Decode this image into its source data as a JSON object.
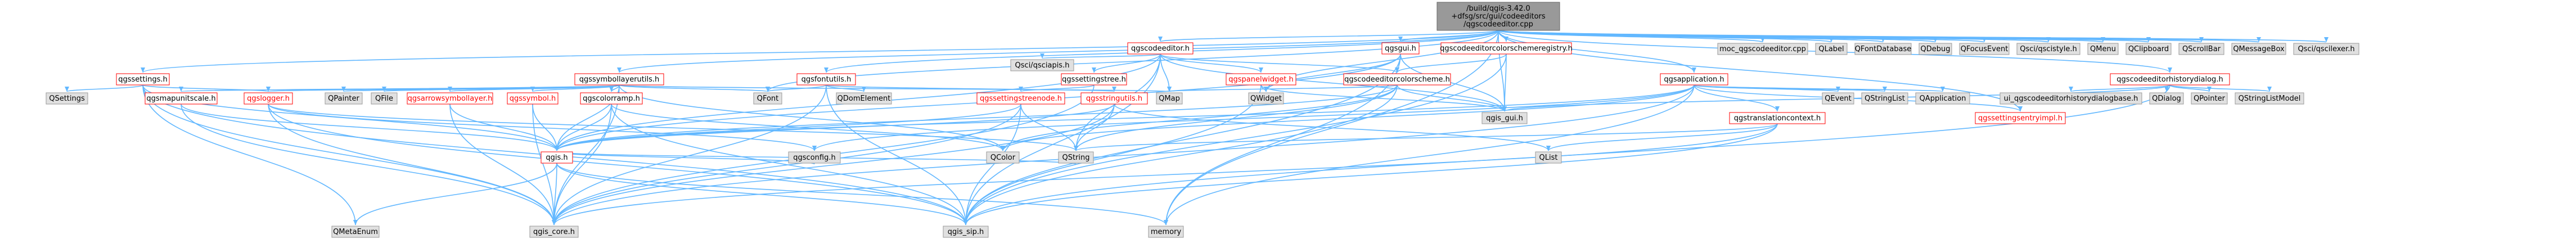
{
  "colors": {
    "edge": "#63b8ff",
    "root_fill": "#999999",
    "root_stroke": "#666666",
    "node_fill": "#ffffff",
    "node_stroke": "#ff0000",
    "ext_fill": "#e0e0e0",
    "ext_stroke": "#999999",
    "red_label": "#ff0000"
  },
  "nodes": [
    {
      "id": "root",
      "label": "/build/qgis-3.42.0\n+dfsg/src/gui/codeeditors\n/qgscodeeditor.cpp",
      "kind": "root"
    },
    {
      "id": "qgscodeeditor_h",
      "label": "qgscodeeditor.h",
      "kind": "node"
    },
    {
      "id": "qgsgui_h",
      "label": "qgsgui.h",
      "kind": "node"
    },
    {
      "id": "qgscodeeditorcolorschemeregistry_h",
      "label": "qgscodeeditorcolorschemeregistry.h",
      "kind": "node"
    },
    {
      "id": "qgsapplication_h",
      "label": "qgsapplication.h",
      "kind": "node"
    },
    {
      "id": "qgssettings_h",
      "label": "qgssettings.h",
      "kind": "node"
    },
    {
      "id": "qgssymbollayerutils_h",
      "label": "qgssymbollayerutils.h",
      "kind": "node"
    },
    {
      "id": "qgsfontutils_h",
      "label": "qgsfontutils.h",
      "kind": "node"
    },
    {
      "id": "qgscodeeditorhistorydialog_h",
      "label": "qgscodeeditorhistorydialog.h",
      "kind": "node"
    },
    {
      "id": "moc_qgscodeeditor_cpp",
      "label": "moc_qgscodeeditor.cpp",
      "kind": "ext"
    },
    {
      "id": "QLabel",
      "label": "QLabel",
      "kind": "ext"
    },
    {
      "id": "QFontDatabase",
      "label": "QFontDatabase",
      "kind": "ext"
    },
    {
      "id": "QDebug",
      "label": "QDebug",
      "kind": "ext"
    },
    {
      "id": "QFocusEvent",
      "label": "QFocusEvent",
      "kind": "ext"
    },
    {
      "id": "Qsciqsciistyle_h",
      "label": "Qsci/qscistyle.h",
      "kind": "ext"
    },
    {
      "id": "QMenu",
      "label": "QMenu",
      "kind": "ext"
    },
    {
      "id": "QClipboard",
      "label": "QClipboard",
      "kind": "ext"
    },
    {
      "id": "QScrollBar",
      "label": "QScrollBar",
      "kind": "ext"
    },
    {
      "id": "QMessageBox",
      "label": "QMessageBox",
      "kind": "ext"
    },
    {
      "id": "Qsciqscilexer_h",
      "label": "Qsci/qscilexer.h",
      "kind": "ext"
    },
    {
      "id": "Qsciqsciapis_h",
      "label": "Qsci/qsciapis.h",
      "kind": "ext"
    },
    {
      "id": "qgssettingstree_h",
      "label": "qgssettingstree.h",
      "kind": "node"
    },
    {
      "id": "qgspanelwidget_h",
      "label": "qgspanelwidget.h",
      "kind": "node"
    },
    {
      "id": "qgscodeeditorcolorscheme_h",
      "label": "qgscodeeditorcolorscheme.h",
      "kind": "node"
    },
    {
      "id": "QWidget",
      "label": "QWidget",
      "kind": "ext"
    },
    {
      "id": "QSettings",
      "label": "QSettings",
      "kind": "ext"
    },
    {
      "id": "qgsmapunitscale_h",
      "label": "qgsmapunitscale.h",
      "kind": "node"
    },
    {
      "id": "qgslogger_h",
      "label": "qgslogger.h",
      "kind": "node"
    },
    {
      "id": "QPainter",
      "label": "QPainter",
      "kind": "ext"
    },
    {
      "id": "QFile",
      "label": "QFile",
      "kind": "ext"
    },
    {
      "id": "qgsarrowsymbollayer_h",
      "label": "qgsarrowsymbollayer.h",
      "kind": "node"
    },
    {
      "id": "qgssymbol_h",
      "label": "qgssymbol.h",
      "kind": "node"
    },
    {
      "id": "qgscolorramp_h",
      "label": "qgscolorramp.h",
      "kind": "node"
    },
    {
      "id": "QDomElement",
      "label": "QDomElement",
      "kind": "ext"
    },
    {
      "id": "QFont",
      "label": "QFont",
      "kind": "ext"
    },
    {
      "id": "qgssettingstreenode_h",
      "label": "qgssettingstreenode.h",
      "kind": "node"
    },
    {
      "id": "qgsstringutils_h",
      "label": "qgsstringutils.h",
      "kind": "node"
    },
    {
      "id": "QMap",
      "label": "QMap",
      "kind": "ext"
    },
    {
      "id": "qgstranslationcontext_h",
      "label": "qgstranslationcontext.h",
      "kind": "node"
    },
    {
      "id": "QEvent",
      "label": "QEvent",
      "kind": "ext"
    },
    {
      "id": "QStringList",
      "label": "QStringList",
      "kind": "ext"
    },
    {
      "id": "QApplication",
      "label": "QApplication",
      "kind": "ext"
    },
    {
      "id": "qgssettingsentryimpl_h",
      "label": "qgssettingsentryimpl.h",
      "kind": "node"
    },
    {
      "id": "ui_qgscodeeditorhistorydialogbase_h",
      "label": "ui_qgscodeeditorhistorydialogbase.h",
      "kind": "ext"
    },
    {
      "id": "QDialog",
      "label": "QDialog",
      "kind": "ext"
    },
    {
      "id": "QPointer",
      "label": "QPointer",
      "kind": "ext"
    },
    {
      "id": "QStringListModel",
      "label": "QStringListModel",
      "kind": "ext"
    },
    {
      "id": "qgis_gui_h",
      "label": "qgis_gui.h",
      "kind": "ext"
    },
    {
      "id": "qgis_h",
      "label": "qgis.h",
      "kind": "node"
    },
    {
      "id": "qgsconfig_h",
      "label": "qgsconfig.h",
      "kind": "ext"
    },
    {
      "id": "QColor",
      "label": "QColor",
      "kind": "ext"
    },
    {
      "id": "QString",
      "label": "QString",
      "kind": "ext"
    },
    {
      "id": "QList",
      "label": "QList",
      "kind": "ext"
    },
    {
      "id": "QMetaEnum",
      "label": "QMetaEnum",
      "kind": "ext"
    },
    {
      "id": "qgis_core_h",
      "label": "qgis_core.h",
      "kind": "ext"
    },
    {
      "id": "qgis_sip_h",
      "label": "qgis_sip.h",
      "kind": "ext"
    },
    {
      "id": "memory",
      "label": "memory",
      "kind": "ext"
    }
  ],
  "edges": [
    [
      "root",
      "qgscodeeditor_h"
    ],
    [
      "root",
      "qgsgui_h"
    ],
    [
      "root",
      "qgscodeeditorcolorschemeregistry_h"
    ],
    [
      "root",
      "qgsapplication_h"
    ],
    [
      "root",
      "qgssettings_h"
    ],
    [
      "root",
      "qgssymbollayerutils_h"
    ],
    [
      "root",
      "qgsfontutils_h"
    ],
    [
      "root",
      "qgscodeeditorhistorydialog_h"
    ],
    [
      "root",
      "moc_qgscodeeditor_cpp"
    ],
    [
      "root",
      "QLabel"
    ],
    [
      "root",
      "QFontDatabase"
    ],
    [
      "root",
      "QDebug"
    ],
    [
      "root",
      "QFocusEvent"
    ],
    [
      "root",
      "Qsciqsciistyle_h"
    ],
    [
      "root",
      "QMenu"
    ],
    [
      "root",
      "QClipboard"
    ],
    [
      "root",
      "QScrollBar"
    ],
    [
      "root",
      "QMessageBox"
    ],
    [
      "root",
      "Qsciqscilexer_h"
    ],
    [
      "root",
      "QWidget"
    ],
    [
      "root",
      "QFont"
    ],
    [
      "root",
      "qgis_gui_h"
    ],
    [
      "root",
      "memory"
    ],
    [
      "root",
      "qgssettingsentryimpl_h"
    ],
    [
      "qgscodeeditor_h",
      "Qsciqsciapis_h"
    ],
    [
      "qgscodeeditor_h",
      "qgssettingstree_h"
    ],
    [
      "qgscodeeditor_h",
      "qgspanelwidget_h"
    ],
    [
      "qgscodeeditor_h",
      "qgscodeeditorcolorscheme_h"
    ],
    [
      "qgscodeeditor_h",
      "qgis_gui_h"
    ],
    [
      "qgscodeeditor_h",
      "QMap"
    ],
    [
      "qgscodeeditor_h",
      "QString"
    ],
    [
      "qgscodeeditor_h",
      "qgis_sip_h"
    ],
    [
      "qgscodeeditor_h",
      "qgis_h"
    ],
    [
      "qgsgui_h",
      "qgis_gui_h"
    ],
    [
      "qgsgui_h",
      "qgis_sip_h"
    ],
    [
      "qgsgui_h",
      "QWidget"
    ],
    [
      "qgsgui_h",
      "memory"
    ],
    [
      "qgsgui_h",
      "qgis_h"
    ],
    [
      "qgscodeeditorcolorschemeregistry_h",
      "qgscodeeditorcolorscheme_h"
    ],
    [
      "qgscodeeditorcolorschemeregistry_h",
      "qgis_gui_h"
    ],
    [
      "qgscodeeditorcolorschemeregistry_h",
      "qgis_sip_h"
    ],
    [
      "qgsapplication_h",
      "qgis_core_h"
    ],
    [
      "qgsapplication_h",
      "QApplication"
    ],
    [
      "qgsapplication_h",
      "QEvent"
    ],
    [
      "qgsapplication_h",
      "QStringList"
    ],
    [
      "qgsapplication_h",
      "qgstranslationcontext_h"
    ],
    [
      "qgsapplication_h",
      "qgis_h"
    ],
    [
      "qgsapplication_h",
      "qgssettingsentryimpl_h"
    ],
    [
      "qgsapplication_h",
      "qgsconfig_h"
    ],
    [
      "qgsapplication_h",
      "QColor"
    ],
    [
      "qgsapplication_h",
      "memory"
    ],
    [
      "qgssettings_h",
      "QSettings"
    ],
    [
      "qgssettings_h",
      "QMetaEnum"
    ],
    [
      "qgssettings_h",
      "qgis_core_h"
    ],
    [
      "qgssettings_h",
      "qgslogger_h"
    ],
    [
      "qgssettings_h",
      "qgis_sip_h"
    ],
    [
      "qgssettings_h",
      "qgis_h"
    ],
    [
      "qgssymbollayerutils_h",
      "qgis_core_h"
    ],
    [
      "qgssymbollayerutils_h",
      "qgsmapunitscale_h"
    ],
    [
      "qgssymbollayerutils_h",
      "qgslogger_h"
    ],
    [
      "qgssymbollayerutils_h",
      "QPainter"
    ],
    [
      "qgssymbollayerutils_h",
      "QFile"
    ],
    [
      "qgssymbollayerutils_h",
      "qgsarrowsymbollayer_h"
    ],
    [
      "qgssymbollayerutils_h",
      "qgssymbol_h"
    ],
    [
      "qgssymbollayerutils_h",
      "qgscolorramp_h"
    ],
    [
      "qgssymbollayerutils_h",
      "QMap"
    ],
    [
      "qgssymbollayerutils_h",
      "QColor"
    ],
    [
      "qgssymbollayerutils_h",
      "qgis_h"
    ],
    [
      "qgssymbollayerutils_h",
      "QFont"
    ],
    [
      "qgsfontutils_h",
      "QFont"
    ],
    [
      "qgsfontutils_h",
      "QDomElement"
    ],
    [
      "qgsfontutils_h",
      "qgis_core_h"
    ],
    [
      "qgsfontutils_h",
      "qgis_sip_h"
    ],
    [
      "qgsfontutils_h",
      "qgsstringutils_h"
    ],
    [
      "qgscodeeditorhistorydialog_h",
      "ui_qgscodeeditorhistorydialogbase_h"
    ],
    [
      "qgscodeeditorhistorydialog_h",
      "QDialog"
    ],
    [
      "qgscodeeditorhistorydialog_h",
      "QPointer"
    ],
    [
      "qgscodeeditorhistorydialog_h",
      "QStringListModel"
    ],
    [
      "qgscodeeditorhistorydialog_h",
      "qgis_gui_h"
    ],
    [
      "qgscodeeditorhistorydialog_h",
      "qgis_sip_h"
    ],
    [
      "qgssettingstree_h",
      "qgssettingstreenode_h"
    ],
    [
      "qgssettingstree_h",
      "qgis_core_h"
    ],
    [
      "qgspanelwidget_h",
      "QWidget"
    ],
    [
      "qgspanelwidget_h",
      "qgis_gui_h"
    ],
    [
      "qgspanelwidget_h",
      "qgis_sip_h"
    ],
    [
      "qgscodeeditorcolorscheme_h",
      "qgis_gui_h"
    ],
    [
      "qgscodeeditorcolorscheme_h",
      "qgis_sip_h"
    ],
    [
      "qgscodeeditorcolorscheme_h",
      "QColor"
    ],
    [
      "qgscodeeditorcolorscheme_h",
      "QMap"
    ],
    [
      "qgscodeeditorcolorscheme_h",
      "qgis_h"
    ],
    [
      "qgscodeeditorcolorscheme_h",
      "QString"
    ],
    [
      "qgsmapunitscale_h",
      "qgis_core_h"
    ],
    [
      "qgsmapunitscale_h",
      "qgis_h"
    ],
    [
      "qgslogger_h",
      "qgis_core_h"
    ],
    [
      "qgslogger_h",
      "qgsconfig_h"
    ],
    [
      "qgslogger_h",
      "QString"
    ],
    [
      "qgslogger_h",
      "qgis_sip_h"
    ],
    [
      "qgsarrowsymbollayer_h",
      "qgis_core_h"
    ],
    [
      "qgsarrowsymbollayer_h",
      "qgis_h"
    ],
    [
      "qgssymbol_h",
      "qgis_core_h"
    ],
    [
      "qgssymbol_h",
      "qgis_h"
    ],
    [
      "qgscolorramp_h",
      "qgis_core_h"
    ],
    [
      "qgscolorramp_h",
      "QColor"
    ],
    [
      "qgscolorramp_h",
      "qgis_h"
    ],
    [
      "qgscolorramp_h",
      "qgis_sip_h"
    ],
    [
      "qgssettingstreenode_h",
      "qgis_core_h"
    ],
    [
      "qgssettingstreenode_h",
      "qgis_h"
    ],
    [
      "qgssettingstreenode_h",
      "QString"
    ],
    [
      "qgssettingstreenode_h",
      "qgis_sip_h"
    ],
    [
      "qgsstringutils_h",
      "QString"
    ],
    [
      "qgsstringutils_h",
      "qgis_core_h"
    ],
    [
      "qgsstringutils_h",
      "qgis_h"
    ],
    [
      "qgsstringutils_h",
      "QList"
    ],
    [
      "qgstranslationcontext_h",
      "qgis_core_h"
    ],
    [
      "qgstranslationcontext_h",
      "qgis_sip_h"
    ],
    [
      "qgstranslationcontext_h",
      "QList"
    ],
    [
      "qgstranslationcontext_h",
      "QString"
    ],
    [
      "qgis_h",
      "QMetaEnum"
    ],
    [
      "qgis_h",
      "qgis_core_h"
    ],
    [
      "qgis_h",
      "qgis_sip_h"
    ],
    [
      "qgis_h",
      "qgsconfig_h"
    ],
    [
      "qgis_h",
      "QString"
    ],
    [
      "qgis_h",
      "memory"
    ]
  ]
}
